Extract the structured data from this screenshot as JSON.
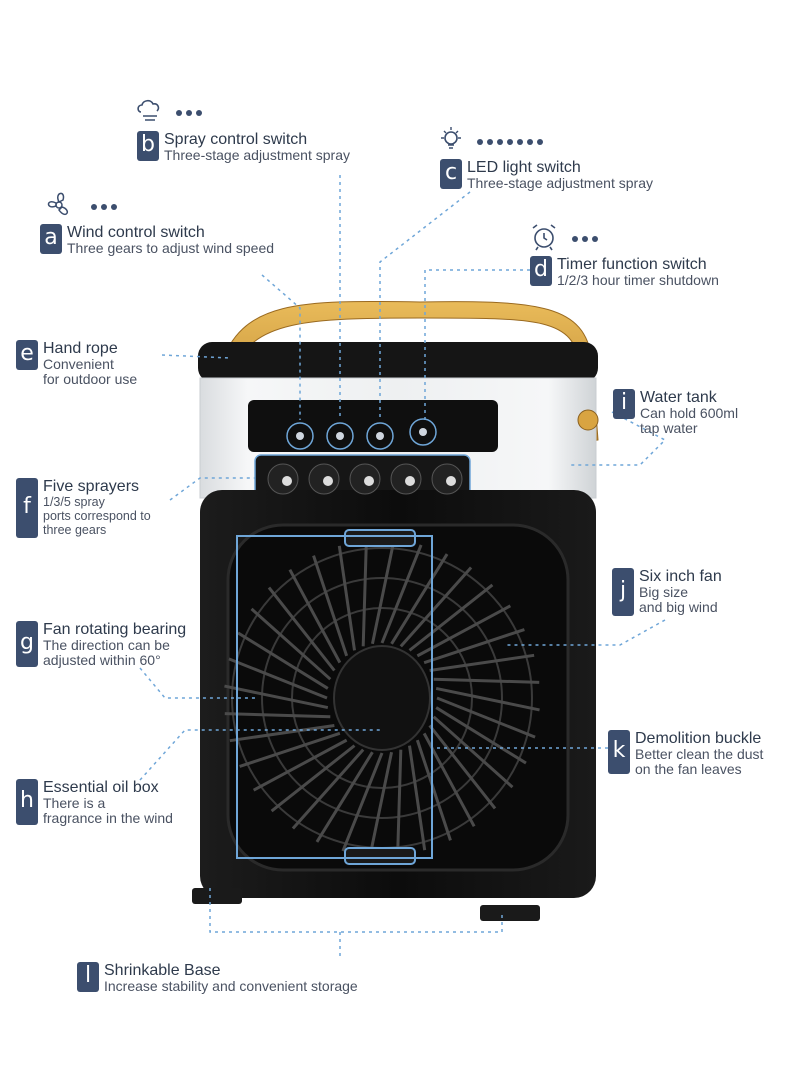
{
  "labels": {
    "a": {
      "letter": "a",
      "title": "Wind control switch",
      "desc": [
        "Three gears to adjust wind speed"
      ]
    },
    "b": {
      "letter": "b",
      "title": "Spray control switch",
      "desc": [
        "Three-stage adjustment spray"
      ]
    },
    "c": {
      "letter": "c",
      "title": "LED light switch",
      "desc": [
        "Three-stage adjustment spray"
      ]
    },
    "d": {
      "letter": "d",
      "title": "Timer function switch",
      "desc": [
        "1/2/3 hour timer shutdown"
      ]
    },
    "e": {
      "letter": "e",
      "title": "Hand rope",
      "desc": [
        "Convenient",
        "for outdoor use"
      ]
    },
    "f": {
      "letter": "f",
      "title": "Five sprayers",
      "desc": [
        "1/3/5 spray",
        "ports correspond to",
        "three gears"
      ]
    },
    "g": {
      "letter": "g",
      "title": "Fan rotating bearing",
      "desc": [
        "The direction can be",
        "adjusted within 60°"
      ]
    },
    "h": {
      "letter": "h",
      "title": "Essential oil box",
      "desc": [
        "There is a",
        "fragrance in the wind"
      ]
    },
    "i": {
      "letter": "i",
      "title": "Water tank",
      "desc": [
        "Can hold 600ml",
        "tap water"
      ]
    },
    "j": {
      "letter": "j",
      "title": "Six inch fan",
      "desc": [
        "Big size",
        "and big wind"
      ]
    },
    "k": {
      "letter": "k",
      "title": "Demolition buckle",
      "desc": [
        "Better clean the dust",
        "on the fan leaves"
      ]
    },
    "l": {
      "letter": "l",
      "title": "Shrinkable Base",
      "desc": [
        "Increase stability and convenient storage"
      ]
    }
  },
  "icons": {
    "wind": "fan-icon",
    "spray": "spray-icon",
    "light": "bulb-icon",
    "timer": "alarm-clock-icon"
  },
  "colors": {
    "badge": "#3c4e6e",
    "leader_line": "#5b9bd5",
    "device_body": "#111111",
    "handle": "#d9a441"
  }
}
